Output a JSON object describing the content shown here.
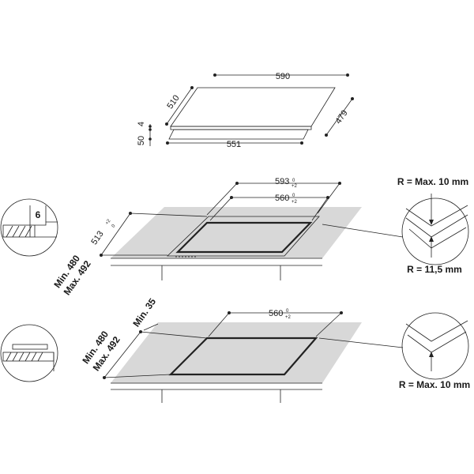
{
  "top_view": {
    "width_top": "590",
    "depth_left": "510",
    "thickness": "4",
    "height": "50",
    "width_bottom": "551",
    "depth_right": "479"
  },
  "cutout_flush": {
    "outer_width": "593",
    "outer_width_tol_top": "0",
    "outer_width_tol_bottom": "+2",
    "inner_width": "560",
    "inner_width_tol_top": "0",
    "inner_width_tol_bottom": "+2",
    "depth": "513",
    "depth_tol_top": "+2",
    "depth_tol_bottom": "0",
    "min_depth": "Min. 480",
    "max_depth": "Max. 492",
    "rebate": "6",
    "radius_top": "R = Max. 10 mm",
    "radius_bottom": "R = 11,5 mm"
  },
  "cutout_standard": {
    "width": "560",
    "width_tol_top": "0",
    "width_tol_bottom": "+2",
    "min_depth": "Min. 480",
    "max_depth": "Max. 492",
    "min_front": "Min. 35",
    "radius": "R = Max. 10 mm"
  }
}
